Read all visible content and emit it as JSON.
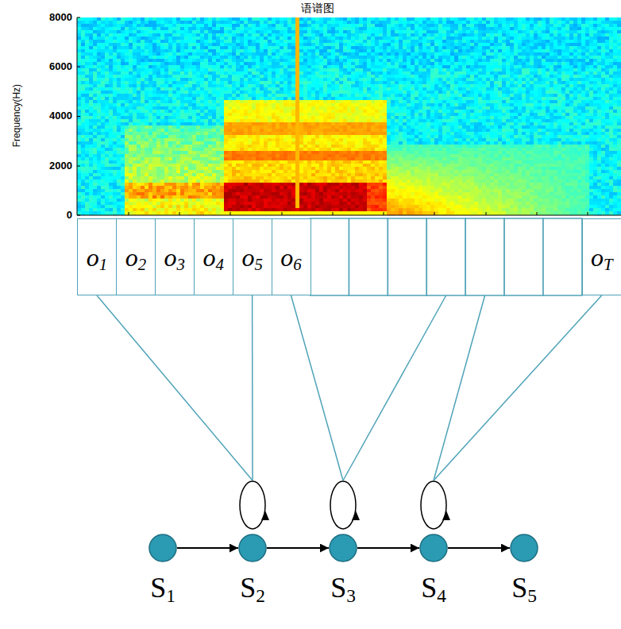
{
  "diagram": {
    "title": "语谱图",
    "nodes": [
      {
        "text": [
          "o1"
        ]
      },
      {
        "text": [
          "o2"
        ]
      },
      {
        "text": [
          "o3"
        ]
      },
      {
        "text": [
          "o4"
        ]
      },
      {
        "text": [
          "o5"
        ]
      },
      {
        "text": [
          "o6"
        ]
      },
      {
        "text": [
          "oT"
        ]
      },
      {
        "text": [
          "S1"
        ]
      },
      {
        "text": [
          "S2"
        ]
      },
      {
        "text": [
          "S3"
        ]
      },
      {
        "text": [
          "S4"
        ]
      },
      {
        "text": [
          "S5"
        ]
      }
    ],
    "edges": [
      {
        "from": 7,
        "to": 8,
        "arrow": "to"
      },
      {
        "from": 8,
        "to": 9,
        "arrow": "to"
      },
      {
        "from": 9,
        "to": 10,
        "arrow": "to"
      },
      {
        "from": 10,
        "to": 11,
        "arrow": "to"
      },
      {
        "from": 0,
        "to": 8,
        "arrow": "none"
      },
      {
        "from": 4,
        "to": 8,
        "arrow": "none"
      },
      {
        "from": 5,
        "to": 9,
        "arrow": "none"
      },
      {
        "from": 6,
        "to": 10,
        "arrow": "none"
      }
    ],
    "labels": [
      "8000",
      "6000",
      "4000",
      "2000",
      "0",
      "Frequency(Hz)"
    ]
  }
}
